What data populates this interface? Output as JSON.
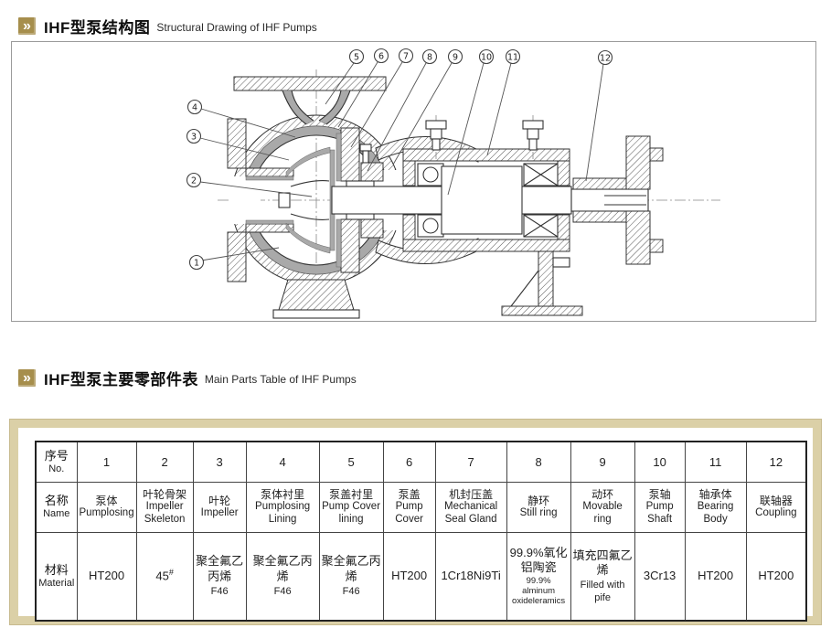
{
  "titles": {
    "drawing_section": {
      "marker": "»",
      "cn": "IHF型泵结构图",
      "en": "Structural Drawing of IHF Pumps"
    },
    "table_section": {
      "marker": "»",
      "cn": "IHF型泵主要零部件表",
      "en": "Main Parts Table of IHF Pumps"
    }
  },
  "drawing": {
    "callouts": [
      "1",
      "2",
      "3",
      "4",
      "5",
      "6",
      "7",
      "8",
      "9",
      "10",
      "11",
      "12"
    ]
  },
  "parts_table": {
    "row_headers": {
      "no": {
        "cn": "序号",
        "en": "No."
      },
      "name": {
        "cn": "名称",
        "en": "Name"
      },
      "material": {
        "cn": "材料",
        "en": "Material"
      }
    },
    "parts": [
      {
        "no": "1",
        "name_cn": "泵体",
        "name_en": "Pumplosing",
        "mat_cn": "HT200",
        "mat_sup": "",
        "mat_en": ""
      },
      {
        "no": "2",
        "name_cn": "叶轮骨架",
        "name_en": "Impeller Skeleton",
        "mat_cn": "45",
        "mat_sup": "#",
        "mat_en": ""
      },
      {
        "no": "3",
        "name_cn": "叶轮",
        "name_en": "Impeller",
        "mat_cn": "聚全氟乙丙烯",
        "mat_sup": "",
        "mat_en": "F46"
      },
      {
        "no": "4",
        "name_cn": "泵体衬里",
        "name_en": "Pumplosing Lining",
        "mat_cn": "聚全氟乙丙烯",
        "mat_sup": "",
        "mat_en": "F46"
      },
      {
        "no": "5",
        "name_cn": "泵盖衬里",
        "name_en": "Pump Cover lining",
        "mat_cn": "聚全氟乙丙烯",
        "mat_sup": "",
        "mat_en": "F46"
      },
      {
        "no": "6",
        "name_cn": "泵盖",
        "name_en": "Pump Cover",
        "mat_cn": "HT200",
        "mat_sup": "",
        "mat_en": ""
      },
      {
        "no": "7",
        "name_cn": "机封压盖",
        "name_en": "Mechanical Seal Gland",
        "mat_cn": "1Cr18Ni9Ti",
        "mat_sup": "",
        "mat_en": ""
      },
      {
        "no": "8",
        "name_cn": "静环",
        "name_en": "Still ring",
        "mat_cn": "99.9%氧化铝陶瓷",
        "mat_sup": "",
        "mat_en": "99.9% alminum oxideleramics"
      },
      {
        "no": "9",
        "name_cn": "动环",
        "name_en": "Movable ring",
        "mat_cn": "填充四氟乙烯",
        "mat_sup": "",
        "mat_en": "Filled with pife"
      },
      {
        "no": "10",
        "name_cn": "泵轴",
        "name_en": "Pump Shaft",
        "mat_cn": "3Cr13",
        "mat_sup": "",
        "mat_en": ""
      },
      {
        "no": "11",
        "name_cn": "轴承体",
        "name_en": "Bearing Body",
        "mat_cn": "HT200",
        "mat_sup": "",
        "mat_en": ""
      },
      {
        "no": "12",
        "name_cn": "联轴器",
        "name_en": "Coupling",
        "mat_cn": "HT200",
        "mat_sup": "",
        "mat_en": ""
      }
    ]
  },
  "colors": {
    "accent_gold": "#A68E4C",
    "table_frame_bg": "#DBD0A7",
    "drawing_border": "#9A9A9A",
    "lining_gray": "#A9A9A9",
    "line_color": "#333333"
  }
}
